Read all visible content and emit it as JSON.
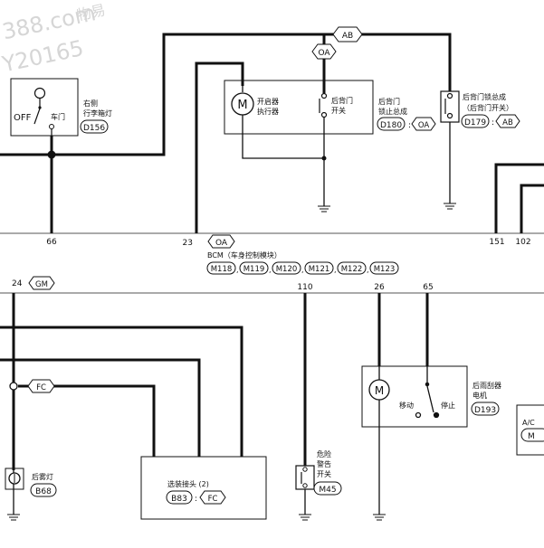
{
  "watermark": [
    "物易",
    "388.com",
    "Y20165"
  ],
  "components": {
    "trunk_lamp": {
      "name_line1": "右侧",
      "name_line2": "行李箱灯",
      "code": "D156",
      "off": "OFF",
      "door": "车门"
    },
    "opener_actuator": {
      "line1": "开启器",
      "line2": "执行器"
    },
    "tailgate_switch": {
      "line1": "后背门",
      "line2": "开关"
    },
    "tailgate_latch_assy": {
      "line1": "后背门",
      "line2": "锁止总成",
      "code": "D180",
      "conn": "OA"
    },
    "tailgate_lock_assy": {
      "line1": "后背门锁总成",
      "line2": "（后背门开关）",
      "code": "D179",
      "conn": "AB"
    },
    "bcm": {
      "title": "BCM（车身控制模块）",
      "codes": [
        "M118",
        "M119",
        "M120",
        "M121",
        "M122",
        "M123"
      ]
    },
    "rear_fog_lamp": {
      "name": "后雾灯",
      "code": "B68"
    },
    "option_connector": {
      "name": "选装接头 (2)",
      "code": "B83",
      "conn": "FC"
    },
    "hazard_switch": {
      "line1": "危险",
      "line2": "警告",
      "line3": "开关",
      "code": "M45"
    },
    "rear_wiper_motor": {
      "line1": "后雨刮器",
      "line2": "电机",
      "code": "D193",
      "move": "移动",
      "stop": "停止"
    },
    "ac_unit": {
      "label": "A/C",
      "code": "M"
    }
  },
  "connectors": {
    "ab_top": "AB",
    "oa_top": "OA",
    "oa_bcm": "OA",
    "gm": "GM",
    "fc": "FC"
  },
  "pins": {
    "p66": "66",
    "p23": "23",
    "p151": "151",
    "p102": "102",
    "p24": "24",
    "p110": "110",
    "p26": "26",
    "p65": "65"
  }
}
